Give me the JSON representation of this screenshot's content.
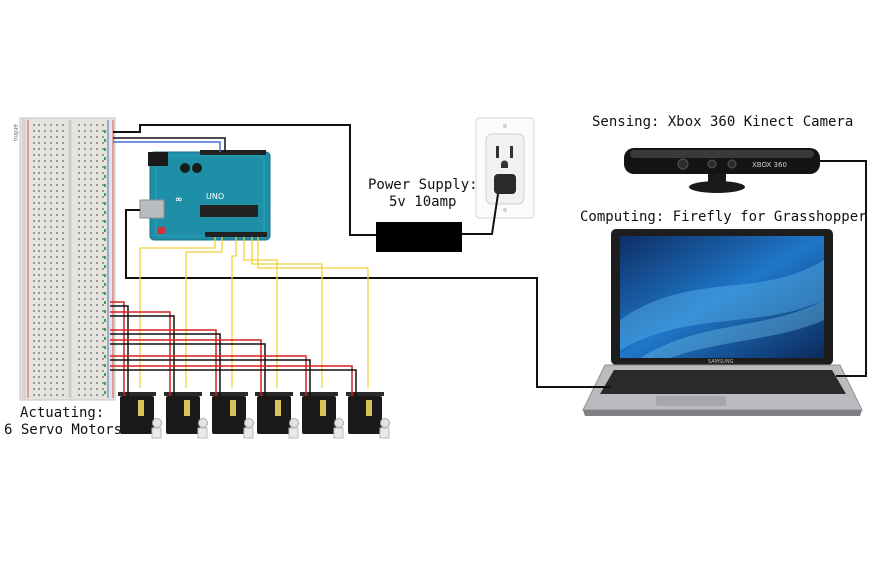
{
  "labels": {
    "sensing": "Sensing: Xbox 360 Kinect Camera",
    "computing": "Computing: Firefly for Grasshopper",
    "power_supply_line1": "Power Supply:",
    "power_supply_line2": "5v 10amp",
    "actuating_line1": "Actuating:",
    "actuating_line2": "6 Servo Motors"
  },
  "device_marks": {
    "breadboard": "ardnu",
    "arduino_model": "UNO",
    "kinect_brand": "XBOX 360",
    "laptop_brand": "SAMSUNG"
  },
  "components": [
    "breadboard-icon",
    "arduino-icon",
    "power-supply-icon",
    "wall-outlet-icon",
    "kinect-icon",
    "laptop-icon",
    "servo-icon"
  ],
  "servo_count": 6,
  "colors": {
    "wire_black": "#111111",
    "wire_red": "#d62020",
    "wire_yellow": "#f2d23a",
    "arduino_teal": "#1f8fa8",
    "laptop_screen": "#1c5fa8"
  }
}
